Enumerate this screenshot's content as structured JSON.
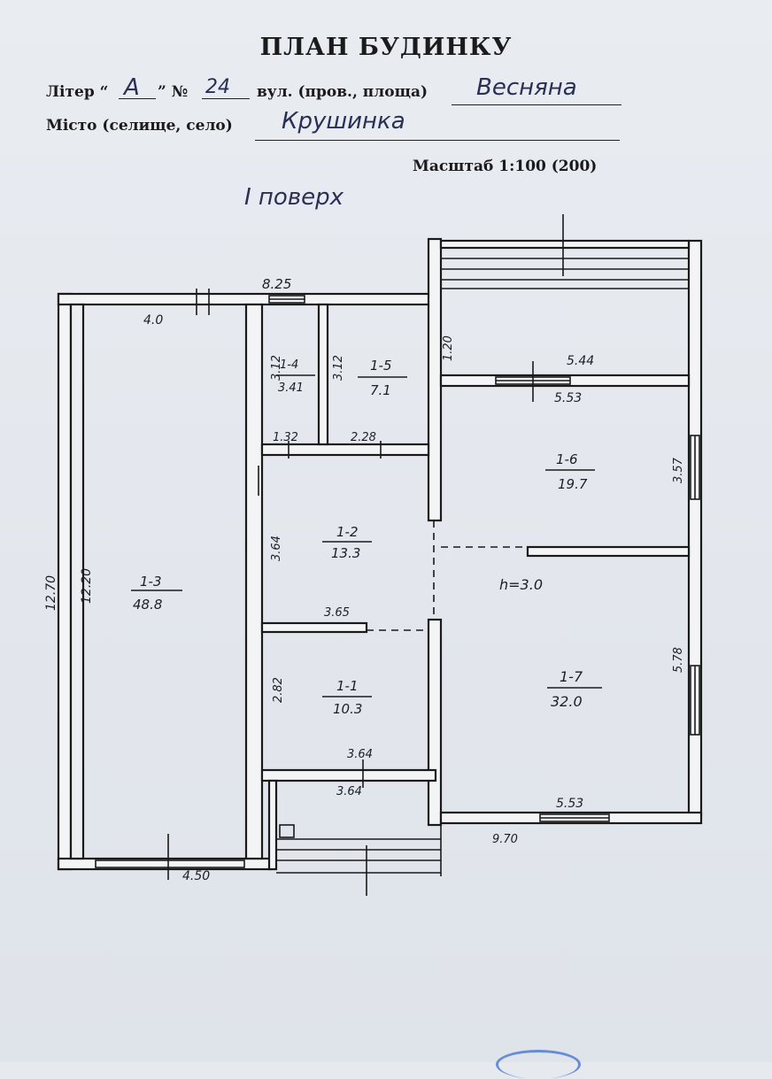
{
  "header": {
    "title": "ПЛАН БУДИНКУ",
    "liter_label": "Літер “",
    "liter_value": "А",
    "liter_close": "” №",
    "number_value": "24",
    "street_label": "вул. (пров., площа)",
    "street_value": "Весняна",
    "city_label": "Місто (селище, село)",
    "city_value": "Крушинка",
    "scale_text": "Масштаб 1:100 (200)",
    "floor_label": "I поверх"
  },
  "rooms": [
    {
      "id": "1-1",
      "area": "10.3"
    },
    {
      "id": "1-2",
      "area": "13.3"
    },
    {
      "id": "1-3",
      "area": "48.8"
    },
    {
      "id": "1-4",
      "area": "3.41"
    },
    {
      "id": "1-5",
      "area": "7.1"
    },
    {
      "id": "1-6",
      "area": "19.7"
    },
    {
      "id": "1-7",
      "area": "32.0"
    }
  ],
  "dimensions": {
    "d_825": "8.25",
    "d_40": "4.0",
    "d_1270": "12.70",
    "d_1220": "12.20",
    "d_312a": "3.12",
    "d_312b": "3.12",
    "d_132": "1.32",
    "d_228": "2.28",
    "d_364a": "3.64",
    "d_365": "3.65",
    "d_282": "2.82",
    "d_364b": "3.64",
    "d_364c": "3.64",
    "d_450": "4.50",
    "d_120": "1.20",
    "d_544": "5.44",
    "d_553a": "5.53",
    "d_357": "3.57",
    "d_578": "5.78",
    "d_553b": "5.53",
    "d_970": "9.70",
    "height": "h=3.0"
  },
  "colors": {
    "paper": "#e6e9ee",
    "ink": "#1a1a1a",
    "handwriting": "#2a2f55",
    "seal": "#3d6fd1"
  }
}
